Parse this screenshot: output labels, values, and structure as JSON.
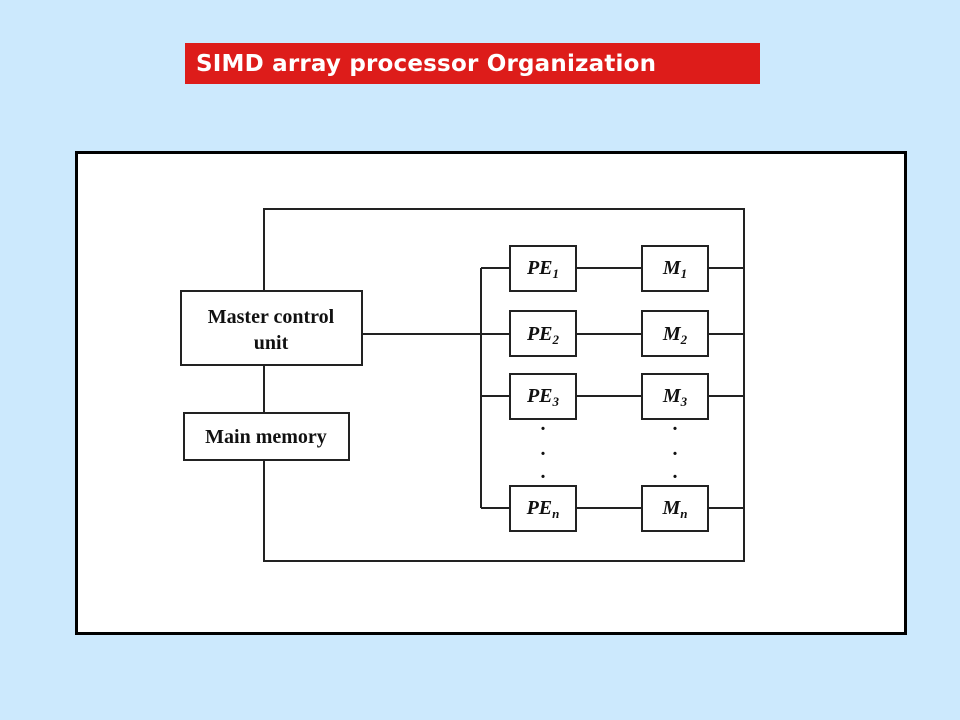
{
  "title": "SIMD array processor Organization",
  "colors": {
    "background": "#cce9fd",
    "title_banner": "#dd1c1a",
    "title_text": "#ffffff",
    "line": "#222222"
  },
  "diagram": {
    "master_control": {
      "line1": "Master control",
      "line2": "unit"
    },
    "main_memory": "Main memory",
    "rows": [
      {
        "pe": "PE",
        "pe_sub": "1",
        "m": "M",
        "m_sub": "1"
      },
      {
        "pe": "PE",
        "pe_sub": "2",
        "m": "M",
        "m_sub": "2"
      },
      {
        "pe": "PE",
        "pe_sub": "3",
        "m": "M",
        "m_sub": "3"
      },
      {
        "pe": "PE",
        "pe_sub": "n",
        "m": "M",
        "m_sub": "n"
      }
    ],
    "ellipsis": "."
  }
}
